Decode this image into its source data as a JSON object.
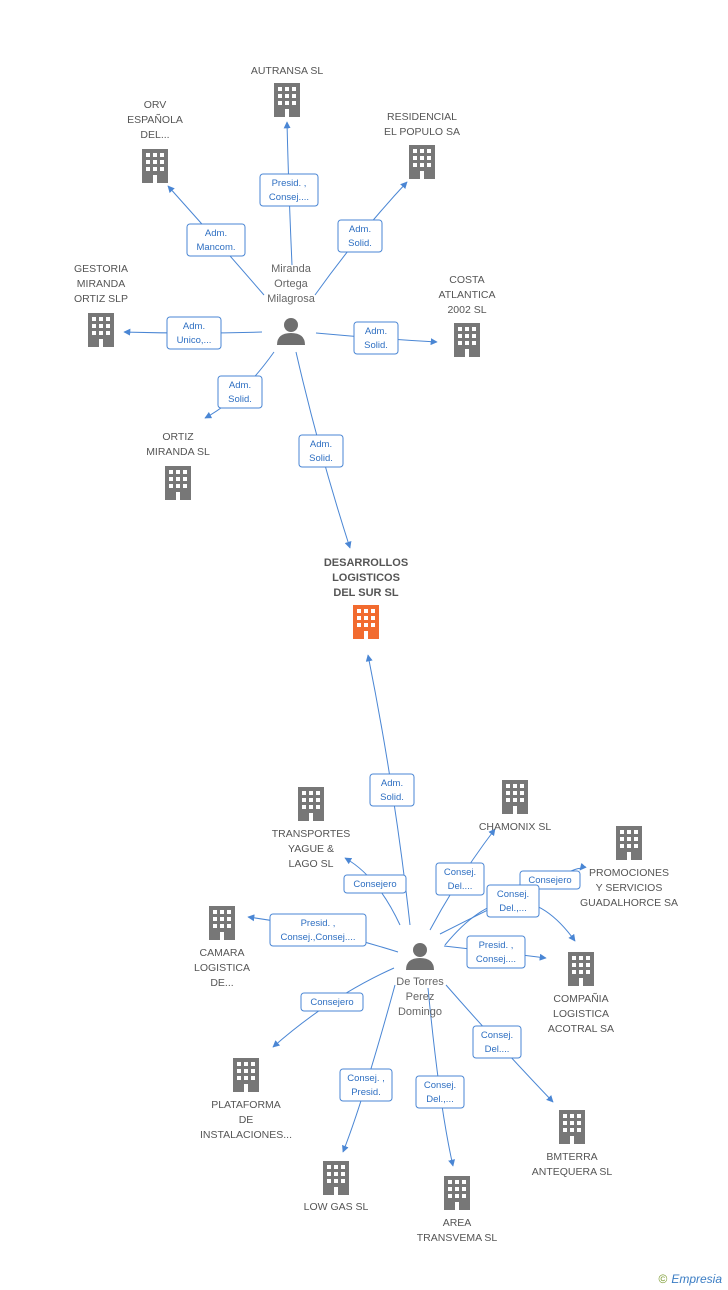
{
  "colors": {
    "edge": "#4a86d4",
    "company": "#777777",
    "main_company": "#f26b2f",
    "person": "#6f6f6f"
  },
  "nodes": [
    {
      "id": "main",
      "type": "company",
      "main": true,
      "label": [
        "DESARROLLOS",
        "LOGISTICOS",
        "DEL SUR SL"
      ]
    },
    {
      "id": "p1",
      "type": "person",
      "label": [
        "Miranda",
        "Ortega",
        "Milagrosa"
      ]
    },
    {
      "id": "p2",
      "type": "person",
      "label": [
        "De Torres",
        "Perez",
        "Domingo"
      ]
    },
    {
      "id": "autransa",
      "type": "company",
      "label": [
        "AUTRANSA SL"
      ]
    },
    {
      "id": "orv",
      "type": "company",
      "label": [
        "ORV",
        "ESPAÑOLA",
        "DEL..."
      ]
    },
    {
      "id": "residencial",
      "type": "company",
      "label": [
        "RESIDENCIAL",
        "EL POPULO SA"
      ]
    },
    {
      "id": "gestoria",
      "type": "company",
      "label": [
        "GESTORIA",
        "MIRANDA",
        "ORTIZ SLP"
      ]
    },
    {
      "id": "costa",
      "type": "company",
      "label": [
        "COSTA",
        "ATLANTICA",
        "2002 SL"
      ]
    },
    {
      "id": "ortiz",
      "type": "company",
      "label": [
        "ORTIZ",
        "MIRANDA SL"
      ]
    },
    {
      "id": "transportes",
      "type": "company",
      "label": [
        "TRANSPORTES",
        "YAGUE &",
        "LAGO  SL"
      ]
    },
    {
      "id": "chamonix",
      "type": "company",
      "label": [
        "CHAMONIX SL"
      ]
    },
    {
      "id": "promociones",
      "type": "company",
      "label": [
        "PROMOCIONES",
        "Y SERVICIOS",
        "GUADALHORCE SA"
      ]
    },
    {
      "id": "camara",
      "type": "company",
      "label": [
        "CAMARA",
        "LOGISTICA",
        "DE..."
      ]
    },
    {
      "id": "compania",
      "type": "company",
      "label": [
        "COMPAÑIA",
        "LOGISTICA",
        "ACOTRAL SA"
      ]
    },
    {
      "id": "plataforma",
      "type": "company",
      "label": [
        "PLATAFORMA",
        "DE",
        "INSTALACIONES..."
      ]
    },
    {
      "id": "bmterra",
      "type": "company",
      "label": [
        "BMTERRA",
        "ANTEQUERA SL"
      ]
    },
    {
      "id": "lowgas",
      "type": "company",
      "label": [
        "LOW GAS  SL"
      ]
    },
    {
      "id": "area",
      "type": "company",
      "label": [
        "AREA",
        "TRANSVEMA SL"
      ]
    }
  ],
  "edges": [
    {
      "from": "p1",
      "to": "autransa",
      "label": [
        "Presid. ,",
        "Consej...."
      ]
    },
    {
      "from": "p1",
      "to": "orv",
      "label": [
        "Adm.",
        "Mancom."
      ]
    },
    {
      "from": "p1",
      "to": "residencial",
      "label": [
        "Adm.",
        "Solid."
      ]
    },
    {
      "from": "p1",
      "to": "gestoria",
      "label": [
        "Adm.",
        "Unico,..."
      ]
    },
    {
      "from": "p1",
      "to": "costa",
      "label": [
        "Adm.",
        "Solid."
      ]
    },
    {
      "from": "p1",
      "to": "ortiz",
      "label": [
        "Adm.",
        "Solid."
      ]
    },
    {
      "from": "p1",
      "to": "main",
      "label": [
        "Adm.",
        "Solid."
      ]
    },
    {
      "from": "p2",
      "to": "main",
      "label": [
        "Adm.",
        "Solid."
      ]
    },
    {
      "from": "p2",
      "to": "transportes",
      "label": [
        "Consejero"
      ]
    },
    {
      "from": "p2",
      "to": "chamonix",
      "label": [
        "Consej.",
        "Del...."
      ]
    },
    {
      "from": "p2",
      "to": "promociones",
      "label": [
        "Consejero"
      ]
    },
    {
      "from": "p2",
      "to": "compania",
      "label": [
        "Consej.",
        "Del.,..."
      ]
    },
    {
      "from": "p2",
      "to": "camara",
      "label": [
        "Presid. ,",
        "Consej.,Consej...."
      ]
    },
    {
      "from": "p2",
      "to": "compania",
      "label": [
        "Presid. ,",
        "Consej...."
      ]
    },
    {
      "from": "p2",
      "to": "plataforma",
      "label": [
        "Consejero"
      ]
    },
    {
      "from": "p2",
      "to": "bmterra",
      "label": [
        "Consej.",
        "Del...."
      ]
    },
    {
      "from": "p2",
      "to": "lowgas",
      "label": [
        "Consej. ,",
        "Presid."
      ]
    },
    {
      "from": "p2",
      "to": "area",
      "label": [
        "Consej.",
        "Del.,..."
      ]
    }
  ],
  "footer": {
    "copyright": "©",
    "brand": "Empresia"
  }
}
